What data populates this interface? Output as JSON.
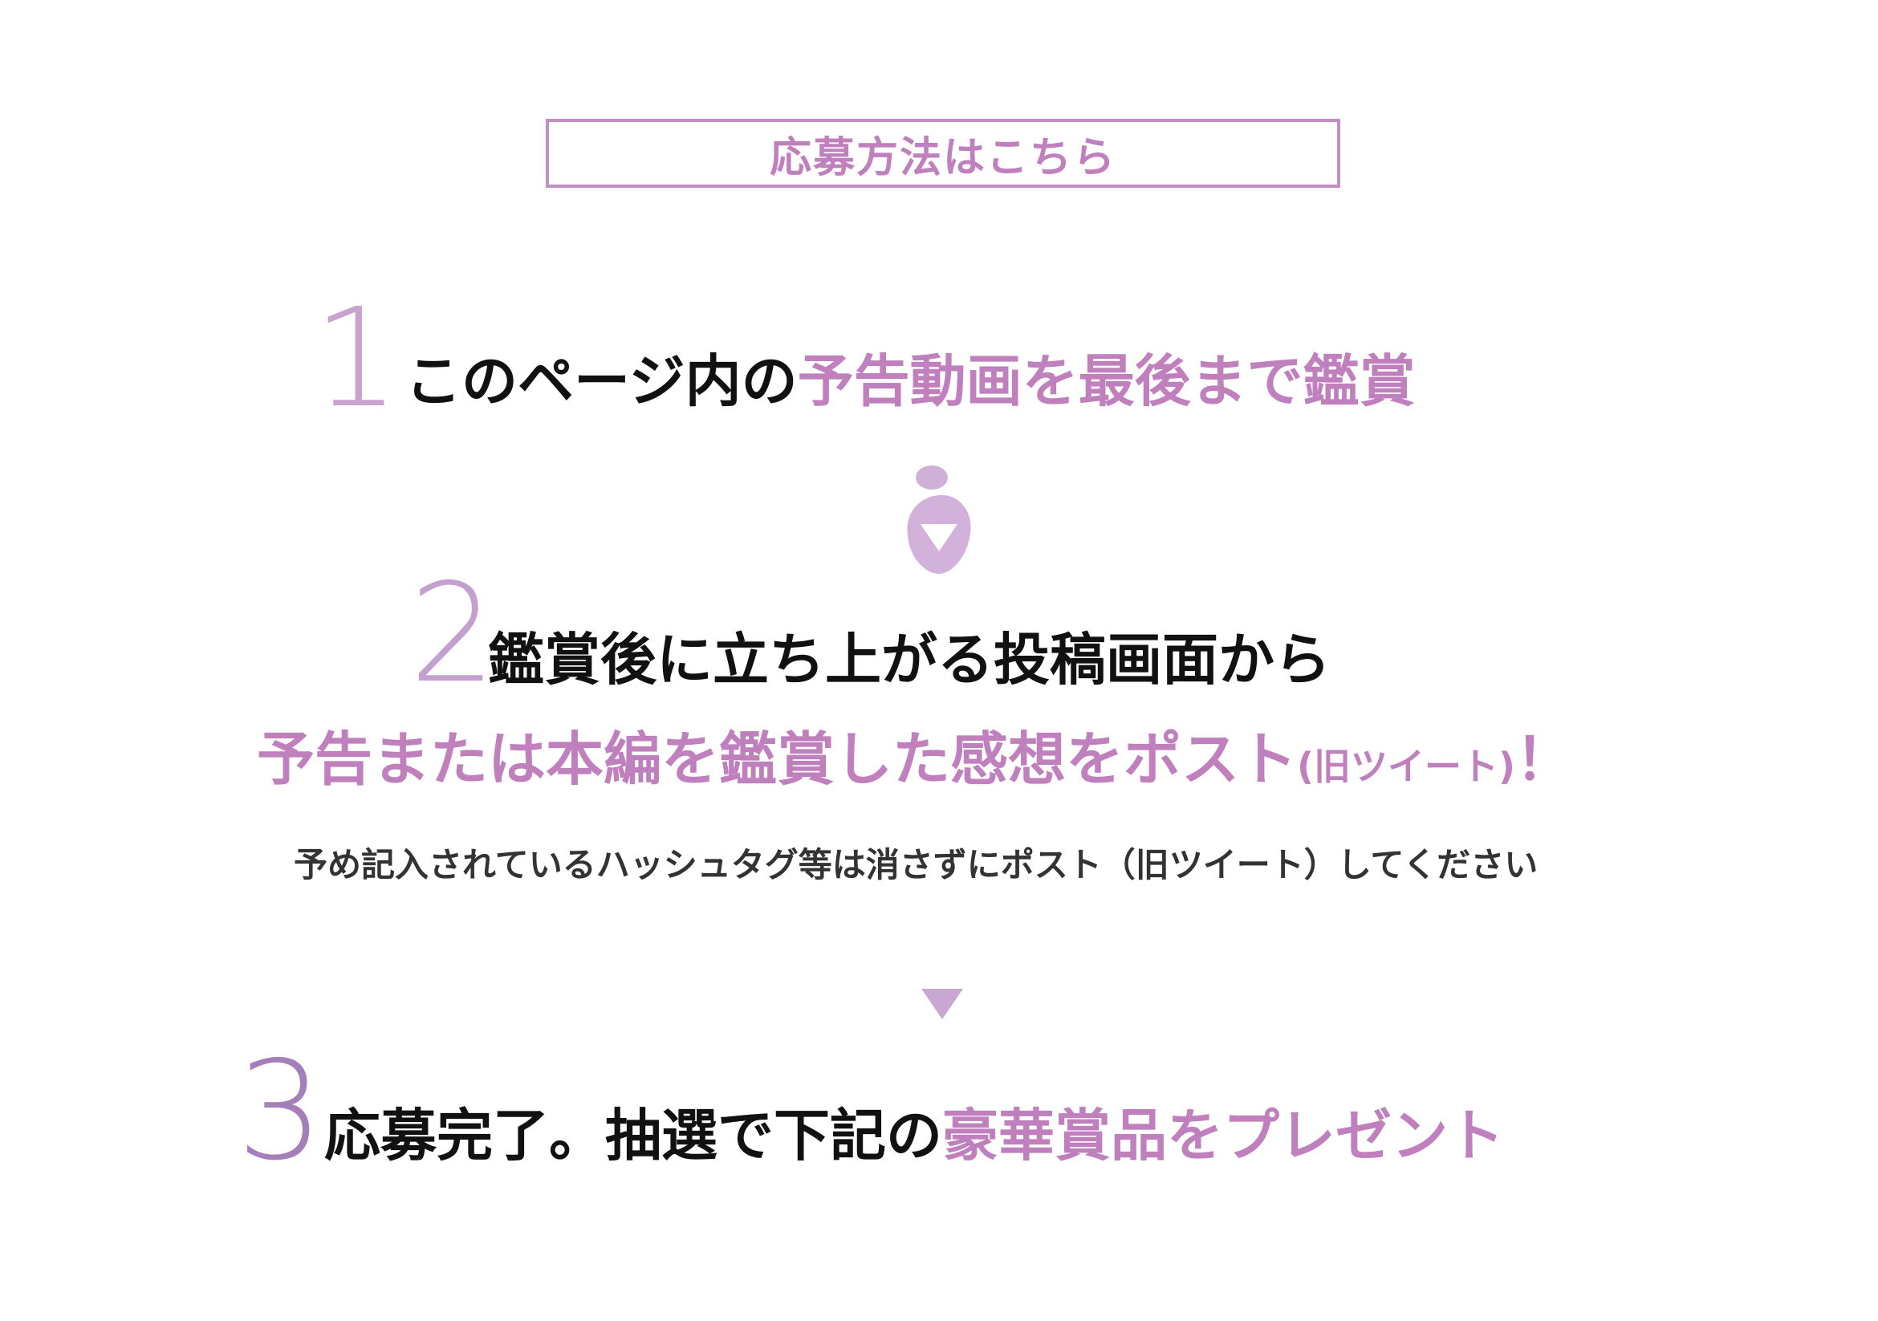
{
  "title": "応募方法はこちら",
  "steps": [
    {
      "number": "1",
      "text_dark": "このページ内の",
      "text_highlight": "予告動画を最後まで鑑賞"
    },
    {
      "number": "2",
      "text_dark": "鑑賞後に立ち上がる投稿画面から",
      "sub_main": "予告または本編を鑑賞した感想をポスト",
      "sub_small": "(旧ツイート)",
      "sub_end": "！",
      "note": "予め記入されているハッシュタグ等は消さずにポスト（旧ツイート）してください"
    },
    {
      "number": "3",
      "text_dark": "応募完了。抽選で下記の",
      "text_highlight": "豪華賞品をプレゼント"
    }
  ],
  "icons": {
    "arrow_1": "arrow-down-blob-icon",
    "arrow_2": "arrow-down-triangle-icon"
  },
  "colors": {
    "accent": "#c07fbd",
    "number": "#c3a0cf",
    "text": "#111111",
    "note": "#333333"
  }
}
